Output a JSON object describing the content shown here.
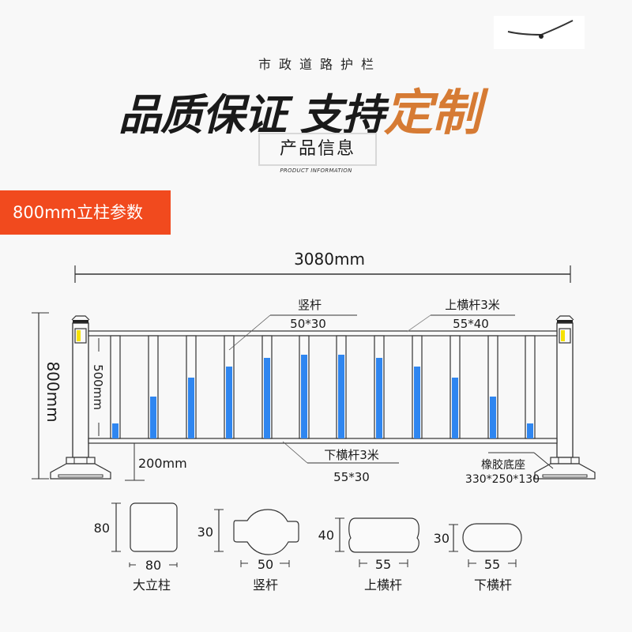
{
  "header": {
    "subtitle": "市政道路护栏",
    "headline_black": "品质保证 支持",
    "headline_accent": "定制",
    "accent_color": "#d67b34",
    "info_title": "产品信息",
    "info_subtitle": "PRODUCT INFORMATION"
  },
  "badge": {
    "label": "800mm立柱参数",
    "color": "#f14a1e"
  },
  "diagram": {
    "total_width": "3080mm",
    "total_height": "800mm",
    "infill_height": "500mm",
    "ground_clearance": "200mm",
    "picket_label": "竖杆",
    "picket_size": "50*30",
    "top_rail_label": "上横杆3米",
    "top_rail_size": "55*40",
    "bottom_rail_label": "下横杆3米",
    "bottom_rail_size": "55*30",
    "base_label": "橡胶底座",
    "base_size": "330*250*130",
    "picket_fill_color": "#2f86f0",
    "reflector_color": "#f5e100",
    "picket_fill_fractions": [
      0.15,
      0.4,
      0.59,
      0.7,
      0.79,
      0.82,
      0.82,
      0.79,
      0.7,
      0.59,
      0.4,
      0.15
    ]
  },
  "profiles": [
    {
      "name": "大立柱",
      "height": "80",
      "width": "80"
    },
    {
      "name": "竖杆",
      "height": "30",
      "width": "50"
    },
    {
      "name": "上横杆",
      "height": "40",
      "width": "55"
    },
    {
      "name": "下横杆",
      "height": "30",
      "width": "55"
    }
  ]
}
